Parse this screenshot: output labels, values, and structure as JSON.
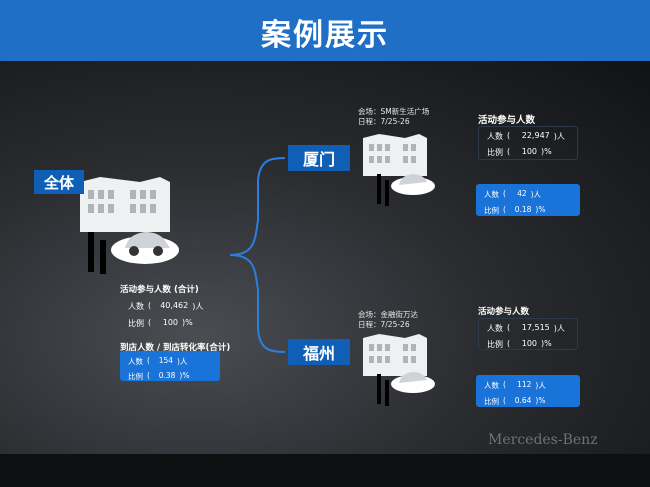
{
  "slide": {
    "title": "案例展示"
  },
  "overall": {
    "label": "全体",
    "participation_title": "活动参与人数 (合计)",
    "count_label": "人数",
    "count_value": "40,462",
    "count_unit": ")人",
    "ratio_label": "比例",
    "ratio_value": "100",
    "ratio_unit": ")%",
    "store_title": "到店人数 / 到店转化率(合计)",
    "store_count_label": "人数",
    "store_count_value": "154",
    "store_count_unit": ")人",
    "store_ratio_label": "比例",
    "store_ratio_value": "0.38",
    "store_ratio_unit": ")%"
  },
  "xiamen": {
    "label": "厦门",
    "venue": "会场：SM新生活广场",
    "schedule": "日程：7/25-26",
    "participation_title": "活动参与人数",
    "count_label": "人数",
    "count_value": "22,947",
    "count_unit": ")人",
    "ratio_label": "比例",
    "ratio_value": "100",
    "ratio_unit": ")%",
    "store_count_label": "人数",
    "store_count_value": "42",
    "store_count_unit": ")人",
    "store_ratio_label": "比例",
    "store_ratio_value": "0.18",
    "store_ratio_unit": ")%"
  },
  "fuzhou": {
    "label": "福州",
    "venue": "会场：金融街万达",
    "schedule": "日程：7/25-26",
    "participation_title": "活动参与人数",
    "count_label": "人数",
    "count_value": "17,515",
    "count_unit": ")人",
    "ratio_label": "比例",
    "ratio_value": "100",
    "ratio_unit": ")%",
    "store_count_label": "人数",
    "store_count_value": "112",
    "store_count_unit": ")人",
    "store_ratio_label": "比例",
    "store_ratio_value": "0.64",
    "store_ratio_unit": ")%"
  },
  "brand": {
    "name": "Mercedes-Benz"
  },
  "colors": {
    "header": "#1f6fc7",
    "label_box": "#0f5fb7",
    "panel": "#1a73d8"
  }
}
